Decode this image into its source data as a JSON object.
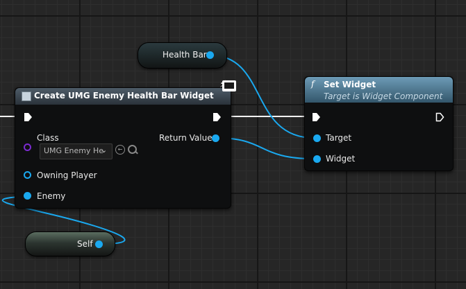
{
  "nodes": {
    "health_bar": {
      "label": "Health Bar"
    },
    "self": {
      "label": "Self"
    },
    "create_widget": {
      "title": "Create UMG Enemy Health Bar Widget",
      "class_label": "Class",
      "class_value": "UMG Enemy He",
      "owning_player_label": "Owning Player",
      "enemy_label": "Enemy",
      "return_value_label": "Return Value"
    },
    "set_widget": {
      "function_glyph": "f",
      "title": "Set Widget",
      "subtitle": "Target is Widget Component",
      "target_label": "Target",
      "widget_label": "Widget"
    }
  },
  "colors": {
    "object_pin": "#1aa9f0",
    "class_pin": "#7b2bd0",
    "exec_wire": "#ffffff",
    "function_header": "#5b88a3",
    "create_header": "#3a4a5a"
  },
  "icons": [
    "widget-icon",
    "monitor-icon",
    "lightning-icon",
    "browse-arrow-icon",
    "search-icon",
    "chevron-down-icon"
  ]
}
